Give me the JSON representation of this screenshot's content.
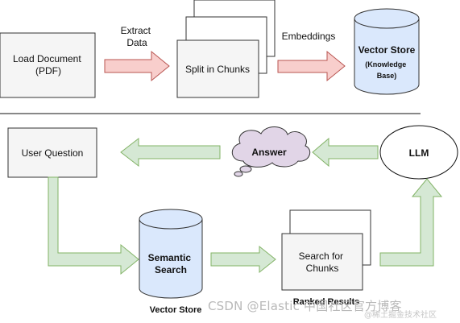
{
  "top": {
    "load_doc": [
      "Load Document",
      "(PDF)"
    ],
    "extract": [
      "Extract",
      "Data"
    ],
    "split": "Split in Chunks",
    "embeddings": "Embeddings",
    "vector_store": "Vector Store",
    "vector_store_sub": [
      "(Knowledge",
      "Base)"
    ]
  },
  "bottom": {
    "user_question": "User Question",
    "answer": "Answer",
    "llm": "LLM",
    "semantic": [
      "Semantic",
      "Search"
    ],
    "vector_store_label": "Vector Store",
    "search_chunks": [
      "Search for",
      "Chunks"
    ],
    "ranked": "Ranked Results"
  },
  "watermark": {
    "main": "CSDN @Elastic 中国社区官方博客",
    "sub": "@稀土掘金技术社区"
  },
  "colors": {
    "box_fill": "#f5f5f5",
    "stroke": "#333333",
    "cylinder_fill": "#dae8fc",
    "cloud_fill": "#e1d5e7",
    "red_arrow_fill": "#f8cecc",
    "red_arrow_stroke": "#b85450",
    "green_arrow_fill": "#d5e8d4",
    "green_arrow_stroke": "#82b366"
  }
}
